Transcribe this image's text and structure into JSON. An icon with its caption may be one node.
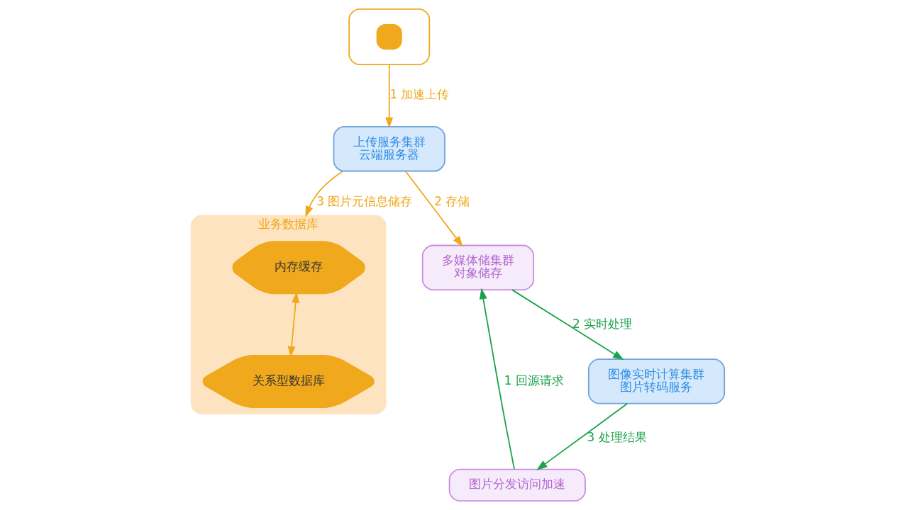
{
  "diagram": {
    "nodes": [
      {
        "text": [],
        "shape": "person"
      },
      {
        "text": [
          "上传服务集群",
          "云端服务器"
        ]
      },
      {
        "text": [
          "图片分发访问加速"
        ]
      },
      {
        "text": [
          "多媒体储集群",
          "对象储存"
        ]
      },
      {
        "text": [
          "图像实时计算集群",
          "图片转码服务"
        ]
      },
      {
        "text": [
          "业务数据库"
        ]
      },
      {
        "text": [
          "内存缓存"
        ],
        "in": 5
      },
      {
        "text": [
          "关系型数据库"
        ],
        "in": 5
      }
    ],
    "edges": [
      {
        "from": 0,
        "to": 1,
        "arrow": "to",
        "label": "1 加速上传"
      },
      {
        "from": 1,
        "to": 3,
        "arrow": "to",
        "label": "2 存储"
      },
      {
        "from": 2,
        "to": 3,
        "arrow": "to",
        "label": "1 回源请求",
        "color": "#1aa34a"
      },
      {
        "from": 3,
        "to": 4,
        "arrow": "to",
        "label": "2 实时处理",
        "color": "#1aa34a"
      },
      {
        "from": 4,
        "to": 2,
        "arrow": "to",
        "label": "3 处理结果",
        "color": "#1aa34a"
      },
      {
        "from": 1,
        "to": 5,
        "arrow": "to",
        "label": "3 图片元信息储存"
      },
      {
        "from": 6,
        "to": 7,
        "arrow": "both"
      }
    ]
  }
}
